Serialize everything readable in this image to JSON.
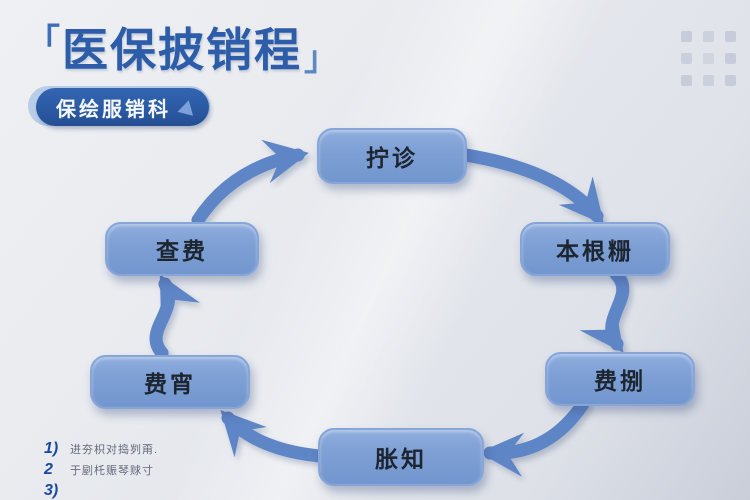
{
  "header": {
    "open_bracket": "「",
    "title": "医保披销程",
    "close_bracket": "」",
    "badge": {
      "label": "保绘服销科",
      "icon": "arrow-up-icon"
    }
  },
  "decor": {
    "dot_grid": "3x3 faint squares, top-right"
  },
  "cycle": {
    "flow": "clockwise",
    "nodes": [
      {
        "label": "拧诊"
      },
      {
        "label": "本根粣"
      },
      {
        "label": "费捌"
      },
      {
        "label": "胀知"
      },
      {
        "label": "费宵"
      },
      {
        "label": "查费"
      }
    ]
  },
  "footnotes": [
    {
      "marker": "1)",
      "text": "进夯枳对捣刿甭."
    },
    {
      "marker": "2",
      "text": "于剭杔赈琴赇寸"
    },
    {
      "marker": "3)",
      "text": ""
    }
  ],
  "colors": {
    "background": "#e7e9ee",
    "title_blue": "#2d5da8",
    "badge_bg": "#2b5aa4",
    "badge_shadow": "#b9cde9",
    "node_fill": "#7d9fd4",
    "node_text": "#1d2531",
    "arrow": "#5e85c6",
    "footnote_marker": "#1c49a0",
    "footnote_text": "#646a7a",
    "dot_grid": "#c6ccd9"
  }
}
